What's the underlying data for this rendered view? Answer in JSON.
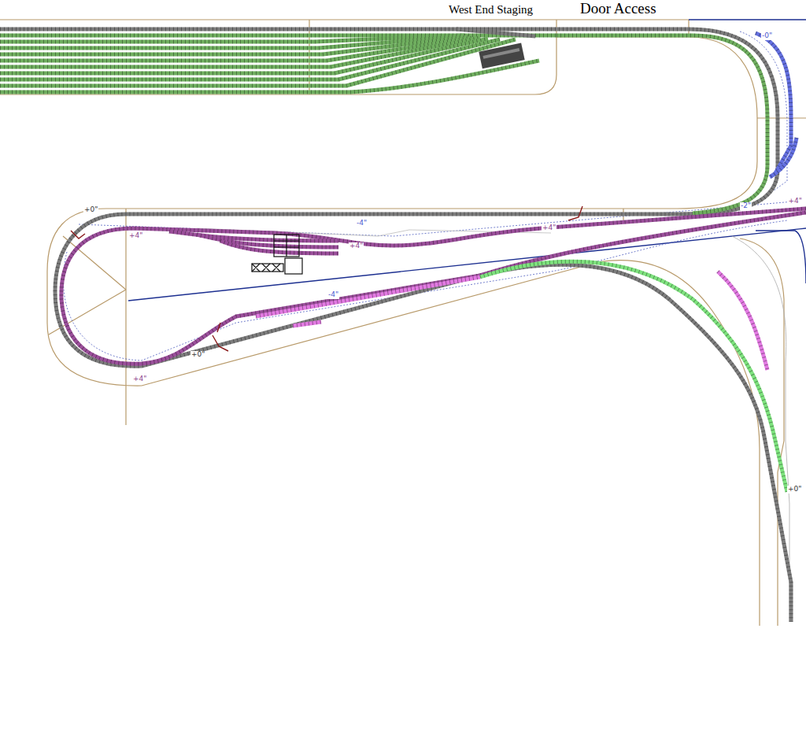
{
  "diagram": {
    "labels": [
      "West End Staging",
      "Door Access",
      "-0\"",
      "+0\"",
      "-4\"",
      "-2\"",
      "+4\"",
      "+4\"",
      "+4\"",
      "+4\"",
      "-4\"",
      "+0\"",
      "+4\"",
      "+0\""
    ]
  }
}
